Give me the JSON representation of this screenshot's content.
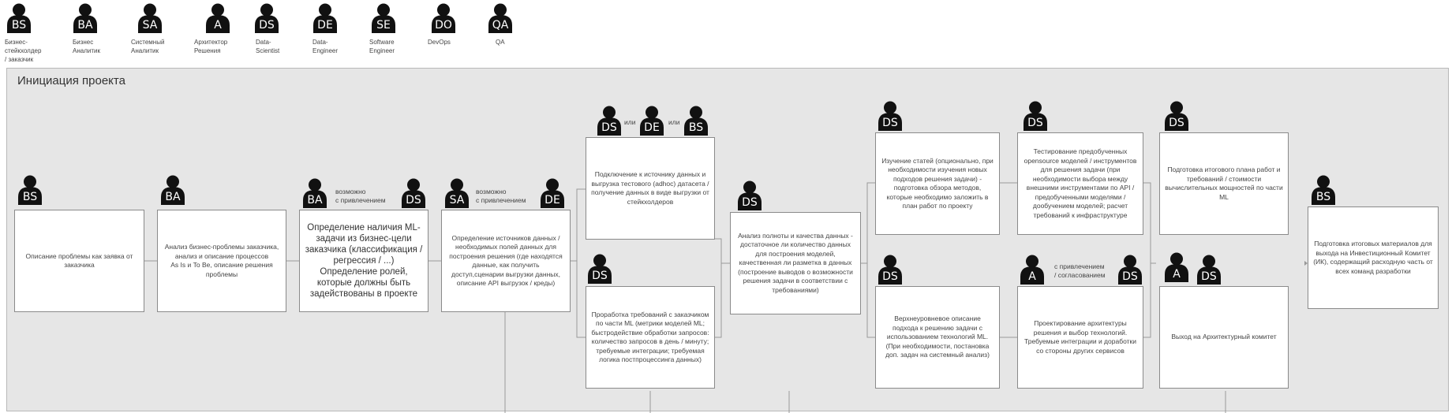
{
  "legend": [
    {
      "code": "BS",
      "label": "Бизнес-\nстейкхолдер\n/ заказчик"
    },
    {
      "code": "BA",
      "label": "Бизнес\nАналитик"
    },
    {
      "code": "SA",
      "label": "Системный\nАналитик"
    },
    {
      "code": "A",
      "label": "Архитектор\nРешения"
    },
    {
      "code": "DS",
      "label": "Data-\nScientist"
    },
    {
      "code": "DE",
      "label": "Data-\nEngineer"
    },
    {
      "code": "SE",
      "label": "Software\nEngineer"
    },
    {
      "code": "DO",
      "label": "DevOps"
    },
    {
      "code": "QA",
      "label": "QA"
    }
  ],
  "panel": {
    "title": "Инициация проекта"
  },
  "steps": {
    "s1": "Описание проблемы как заявка от заказчика",
    "s2": "Анализ бизнес-проблемы заказчика, анализ и описание процессов\nAs Is и To Be, описание решения проблемы",
    "s3": "Определение наличия ML-задачи из бизнес-цели заказчика (классификация / регрессия / ...)\nОпределение ролей, которые должны быть задействованы в проекте",
    "s4": "Определение источников данных / необходимых полей данных для построения решения (где находятся данные, как получить доступ,сценарии выгрузки данных, описание API выгрузок / креды)",
    "s5": "Подключение к источнику данных и выгрузка тестового (adhoc) датасета / получение данных в виде выгрузки от стейкхолдеров",
    "s6": "Проработка требований с заказчиком по части ML (метрики моделей ML; быстродействие обработки запросов: количество запросов в день / минуту; требуемые интеграции; требуемая логика постпроцессинга данных)",
    "s7": "Анализ полноты и качества данных - достаточное ли количество данных для построения моделей, качественная ли разметка в данных (построение выводов о возможности решения задачи в соответствии с требованиями)",
    "s8": "Изучение статей (опционально, при необходимости изучения новых подходов решения задачи) - подготовка обзора методов, которые необходимо заложить в план работ по проекту",
    "s9": "Верхнеуровневое описание подхода к решению задачи с использованием технологий ML. (При необходимости, постановка доп. задач на системный анализ)",
    "s10": "Тестирование предобученных opensource моделей / инструментов для решения задачи (при необходимости выбора между внешними инструментами по API / предобученными моделями / дообучением моделей; расчет требований к инфраструктуре",
    "s11": "Проектирование архитектуры решения и выбор технологий. Требуемые интеграции и доработки со стороны других сервисов",
    "s12": "Подготовка итогового плана работ и требований / стоимости вычислительных мощностей по части ML",
    "s13": "Выход на Архитектурный комитет",
    "s14": "Подготовка итоговых материалов для выхода на Инвестиционный Комитет (ИК), содержащий расходную часть от всех команд разработки"
  },
  "annotations": {
    "possible_involvement": "возможно\nс привлечением",
    "or": "или",
    "with_involvement_approval": "с привлечением\n/ согласованием"
  },
  "avatars": {
    "s1": [
      "BS"
    ],
    "s2": [
      "BA"
    ],
    "s3": [
      "BA",
      "DS"
    ],
    "s4": [
      "SA",
      "DE"
    ],
    "s5": [
      "DS",
      "DE",
      "BS"
    ],
    "s6": [
      "DS"
    ],
    "s7": [
      "DS"
    ],
    "s8": [
      "DS"
    ],
    "s9": [
      "DS"
    ],
    "s10": [
      "DS"
    ],
    "s11": [
      "A",
      "DS"
    ],
    "s12": [
      "DS"
    ],
    "s13": [
      "A",
      "DS"
    ],
    "s14": [
      "BS"
    ]
  },
  "colors": {
    "panel_bg": "#e6e6e6",
    "avatar": "#111111",
    "box_border": "#8a8a8a"
  }
}
